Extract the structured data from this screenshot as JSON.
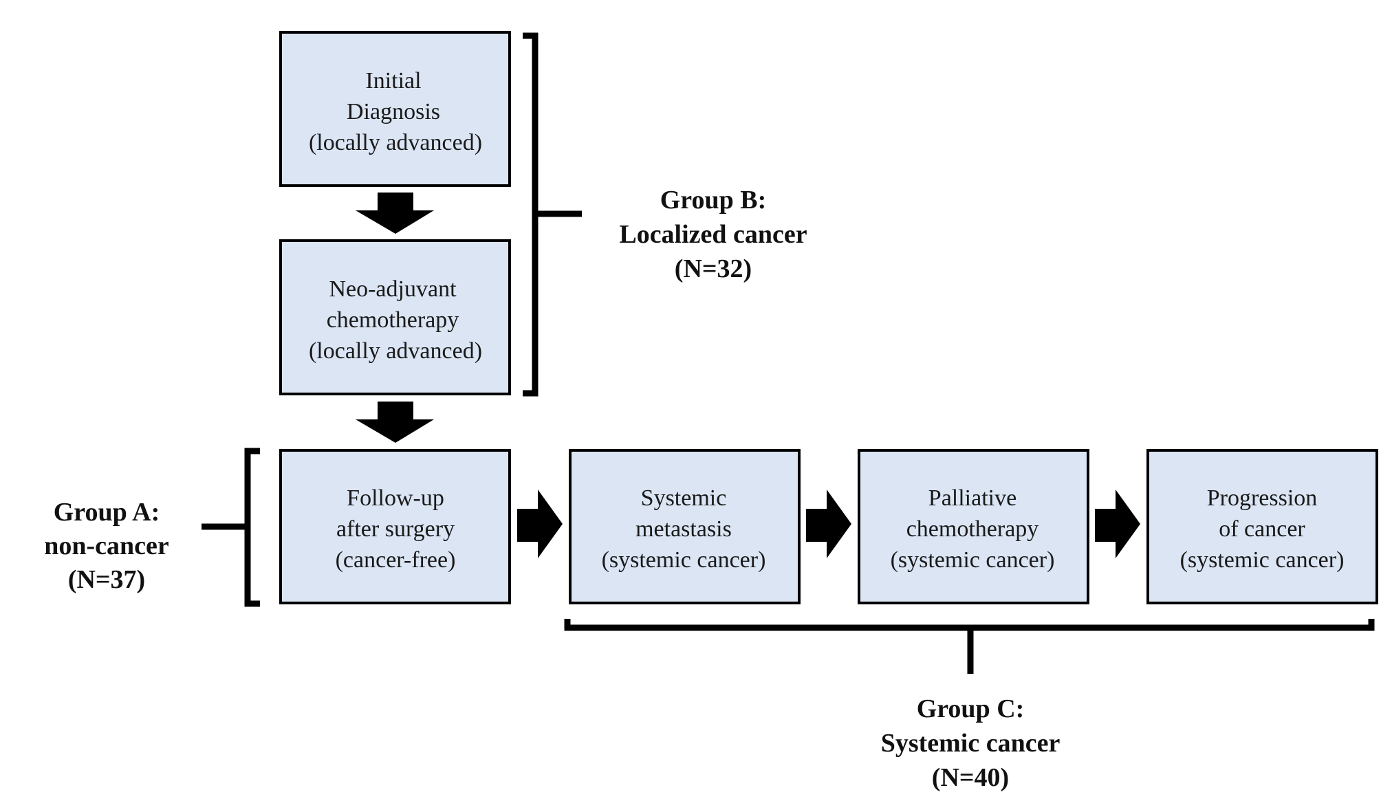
{
  "boxes": {
    "initial_diagnosis": {
      "line1": "Initial",
      "line2": "Diagnosis",
      "line3": "(locally advanced)"
    },
    "neo_adjuvant": {
      "line1": "Neo-adjuvant",
      "line2": "chemotherapy",
      "line3": "(locally advanced)"
    },
    "follow_up": {
      "line1": "Follow-up",
      "line2": "after surgery",
      "line3": "(cancer-free)"
    },
    "systemic_metastasis": {
      "line1": "Systemic",
      "line2": "metastasis",
      "line3": "(systemic cancer)"
    },
    "palliative": {
      "line1": "Palliative",
      "line2": "chemotherapy",
      "line3": "(systemic cancer)"
    },
    "progression": {
      "line1": "Progression",
      "line2": "of cancer",
      "line3": "(systemic cancer)"
    }
  },
  "groups": {
    "a": {
      "line1": "Group A:",
      "line2": "non-cancer",
      "line3": "(N=37)"
    },
    "b": {
      "line1": "Group B:",
      "line2": "Localized cancer",
      "line3": "(N=32)"
    },
    "c": {
      "line1": "Group C:",
      "line2": "Systemic cancer",
      "line3": "(N=40)"
    }
  },
  "colors": {
    "box_fill": "#dbe5f4",
    "box_border": "#000000",
    "arrow": "#000000"
  }
}
